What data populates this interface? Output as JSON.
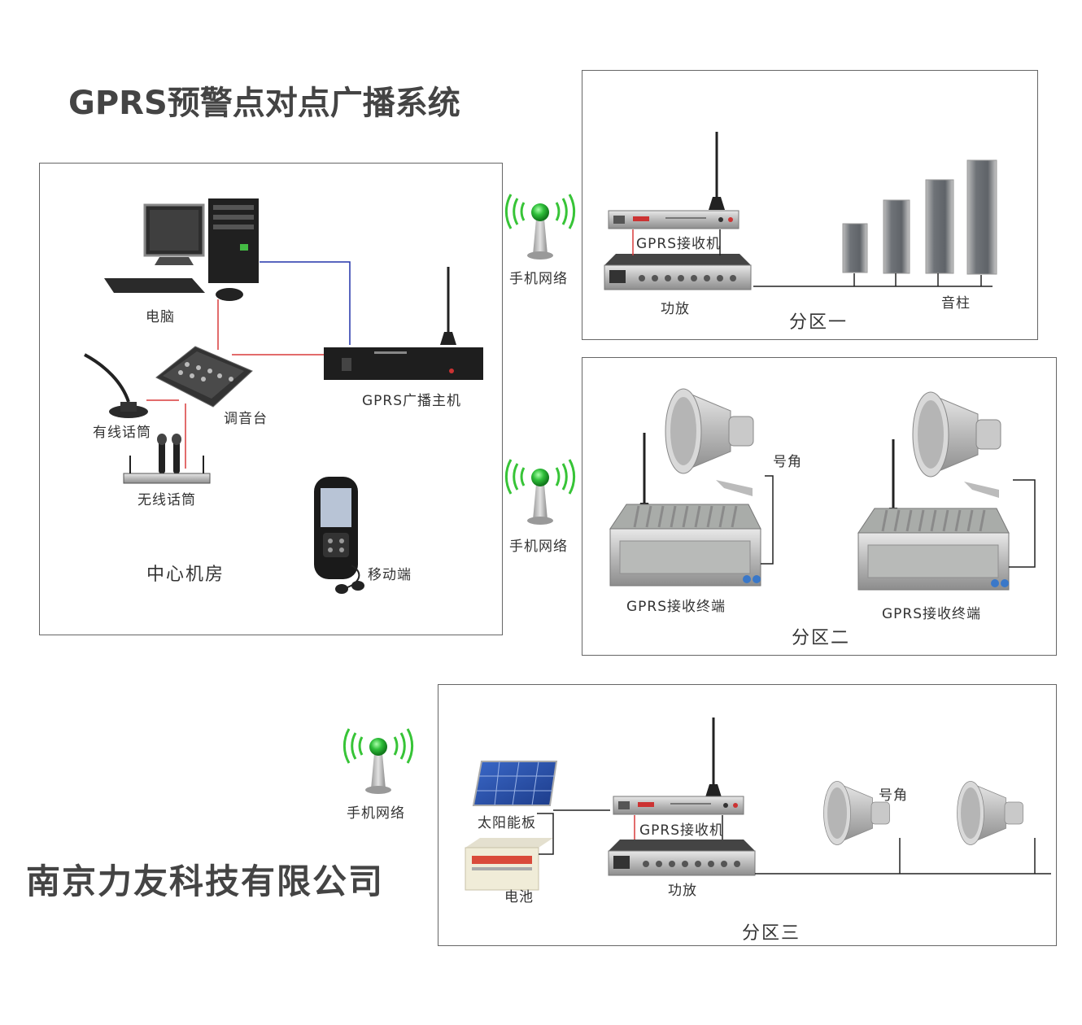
{
  "title": "GPRS预警点对点广播系统",
  "company": "南京力友科技有限公司",
  "center": {
    "name": "中心机房",
    "computer": "电脑",
    "mixer": "调音台",
    "wired_mic": "有线话筒",
    "wireless_mic": "无线话筒",
    "host": "GPRS广播主机",
    "mobile": "移动端"
  },
  "network_label": "手机网络",
  "zone1": {
    "name": "分区一",
    "receiver": "GPRS接收机",
    "amplifier": "功放",
    "column_speaker": "音柱"
  },
  "zone2": {
    "name": "分区二",
    "horn": "号角",
    "terminal_a": "GPRS接收终端",
    "terminal_b": "GPRS接收终端"
  },
  "zone3": {
    "name": "分区三",
    "solar": "太阳能板",
    "battery": "电池",
    "receiver": "GPRS接收机",
    "amplifier": "功放",
    "horn": "号角"
  },
  "colors": {
    "wire_red": "#d93a3a",
    "wire_blue": "#2233aa",
    "wire_black": "#222222",
    "signal_green": "#2fbf3a"
  }
}
